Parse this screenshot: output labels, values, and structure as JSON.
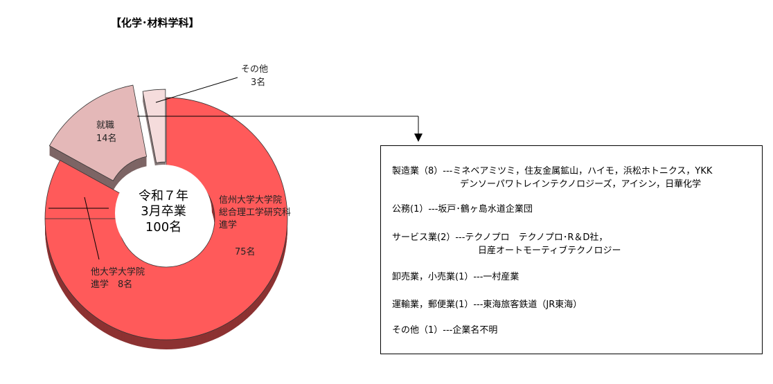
{
  "chart_data": {
    "type": "pie",
    "title": "【化学･材料学科】",
    "center_label": [
      "令和７年",
      "3月卒業",
      "100名"
    ],
    "categories": [
      "信州大学大学院総合理工学研究科進学",
      "他大学大学院進学",
      "就職",
      "その他"
    ],
    "values": [
      75,
      8,
      14,
      3
    ],
    "colors": [
      "#ff5a5a",
      "#ff5a5a",
      "#e4b8b8",
      "#f5dcdc"
    ],
    "data_labels": {
      "shinshu": [
        "信州大学大学院",
        "総合理工学研究科",
        "進学"
      ],
      "shinshu_count": "75名",
      "other_univ": [
        "他大学大学院",
        "進学　8名"
      ],
      "employment": [
        "就職",
        "14名"
      ],
      "other": [
        "その他",
        "3名"
      ]
    }
  },
  "employment_detail": {
    "lines": [
      "製造業（8）---ミネベアミツミ，住友金属鉱山，ハイモ，浜松ホトニクス，YKK",
      "デンソーパワトレインテクノロジーズ，アイシン，日華化学",
      "公務(1）---坂戸･鶴ヶ島水道企業団",
      "サービス業(2）---テクノプロ　テクノプロ･R＆D社，",
      "日産オートモーティブテクノロジー",
      "卸売業，小売業(1）---一村産業",
      "運輸業，郵便業(1）---東海旅客鉄道（JR東海）",
      "その他（1）---企業名不明"
    ]
  }
}
